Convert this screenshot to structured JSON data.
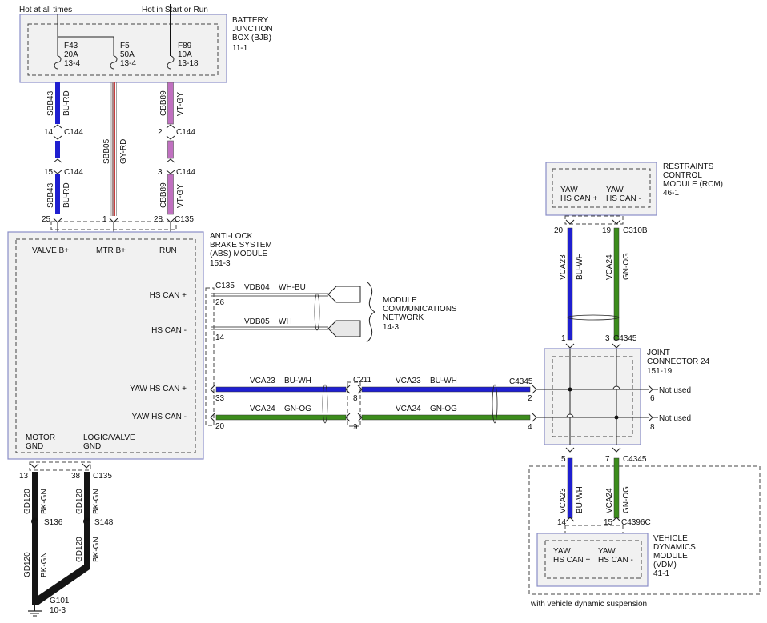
{
  "colors": {
    "wire_bu_rd": "#1f1fd0",
    "wire_bu_wh": "#1f1fd0",
    "wire_gn_og": "#3c8c1c",
    "wire_bk_gn": "#151515",
    "wire_vt_gy": "#c070c0",
    "wire_gy_rd": "#b89090",
    "box_border": "#8a8ec8",
    "box_fill": "#f1f1f1"
  },
  "labels": {
    "hot_at_all_times": "Hot at all times",
    "hot_start_run": "Hot in Start or Run",
    "bjb_name_1": "BATTERY",
    "bjb_name_2": "JUNCTION",
    "bjb_name_3": "BOX (BJB)",
    "bjb_ref": "11-1",
    "abs_name_1": "ANTI-LOCK",
    "abs_name_2": "BRAKE SYSTEM",
    "abs_name_3": "(ABS) MODULE",
    "abs_ref": "151-3",
    "rcm_name_1": "RESTRAINTS",
    "rcm_name_2": "CONTROL",
    "rcm_name_3": "MODULE (RCM)",
    "rcm_ref": "46-1",
    "jc_name_1": "JOINT",
    "jc_name_2": "CONNECTOR 24",
    "jc_ref": "151-19",
    "vdm_name_1": "VEHICLE",
    "vdm_name_2": "DYNAMICS",
    "vdm_name_3": "MODULE",
    "vdm_name_4": "(VDM)",
    "vdm_ref": "41-1",
    "mcn_1": "MODULE",
    "mcn_2": "COMMUNICATIONS",
    "mcn_3": "NETWORK",
    "mcn_ref": "14-3",
    "with_vds": "with vehicle dynamic suspension",
    "not_used": "Not used",
    "ground_name": "G101",
    "ground_ref": "10-3"
  },
  "fuses": [
    {
      "name": "F43",
      "amps": "20A",
      "ref": "13-4"
    },
    {
      "name": "F5",
      "amps": "50A",
      "ref": "13-4"
    },
    {
      "name": "F89",
      "amps": "10A",
      "ref": "13-18"
    }
  ],
  "abs_pins": {
    "valve": "VALVE B+",
    "mtr": "MTR B+",
    "run": "RUN",
    "hs_can_plus": "HS CAN +",
    "hs_can_minus": "HS CAN -",
    "yaw_plus": "YAW HS CAN +",
    "yaw_minus": "YAW HS CAN -",
    "motor_gnd_1": "MOTOR",
    "motor_gnd_2": "GND",
    "logic_gnd_1": "LOGIC/VALVE",
    "logic_gnd_2": "GND"
  },
  "yaw_pins": {
    "yaw": "YAW",
    "plus": "HS CAN +",
    "minus": "HS CAN -"
  },
  "circuits": {
    "sbb43": "SBB43",
    "sbb05": "SBB05",
    "cbb89": "CBB89",
    "vdb04": "VDB04",
    "vdb05": "VDB05",
    "vca23": "VCA23",
    "vca24": "VCA24",
    "gd120": "GD120"
  },
  "wire_colors": {
    "bu_rd": "BU-RD",
    "gy_rd": "GY-RD",
    "vt_gy": "VT-GY",
    "wh_bu": "WH-BU",
    "wh": "WH",
    "bu_wh": "BU-WH",
    "gn_og": "GN-OG",
    "bk_gn": "BK-GN"
  },
  "connectors": {
    "c144": "C144",
    "c135": "C135",
    "c211": "C211",
    "c4345": "C4345",
    "c310b": "C310B",
    "c4396c": "C4396C",
    "s136": "S136",
    "s148": "S148"
  },
  "pins": {
    "p14": "14",
    "p15": "15",
    "p2": "2",
    "p3": "3",
    "p25": "25",
    "p1": "1",
    "p28": "28",
    "p26": "26",
    "p14b": "14",
    "p33": "33",
    "p20": "20",
    "p8": "8",
    "p9": "9",
    "p2b": "2",
    "p4": "4",
    "p20b": "20",
    "p19": "19",
    "p1b": "1",
    "p3b": "3",
    "p6": "6",
    "p8b": "8",
    "p5": "5",
    "p7": "7",
    "p14c": "14",
    "p15b": "15",
    "p13": "13",
    "p38": "38"
  }
}
